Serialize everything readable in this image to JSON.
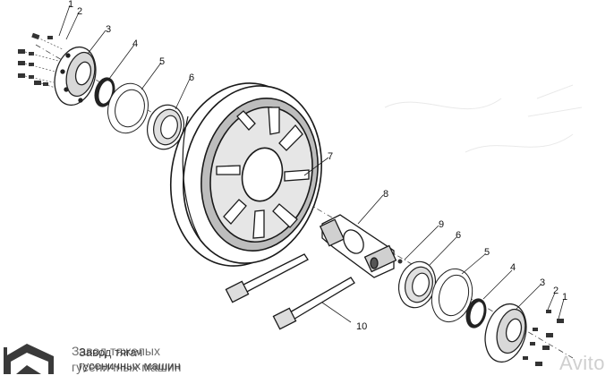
{
  "callouts": [
    "1",
    "2",
    "3",
    "4",
    "5",
    "6",
    "7",
    "8",
    "9",
    "6",
    "5",
    "4",
    "3",
    "2",
    "1",
    "10"
  ],
  "watermark": {
    "line1": "Завод тяжелых",
    "line2": "гусеничных машин",
    "overlay1": "Завод тягач",
    "overlay2": "гусеничных машин"
  },
  "avito": "Avito"
}
